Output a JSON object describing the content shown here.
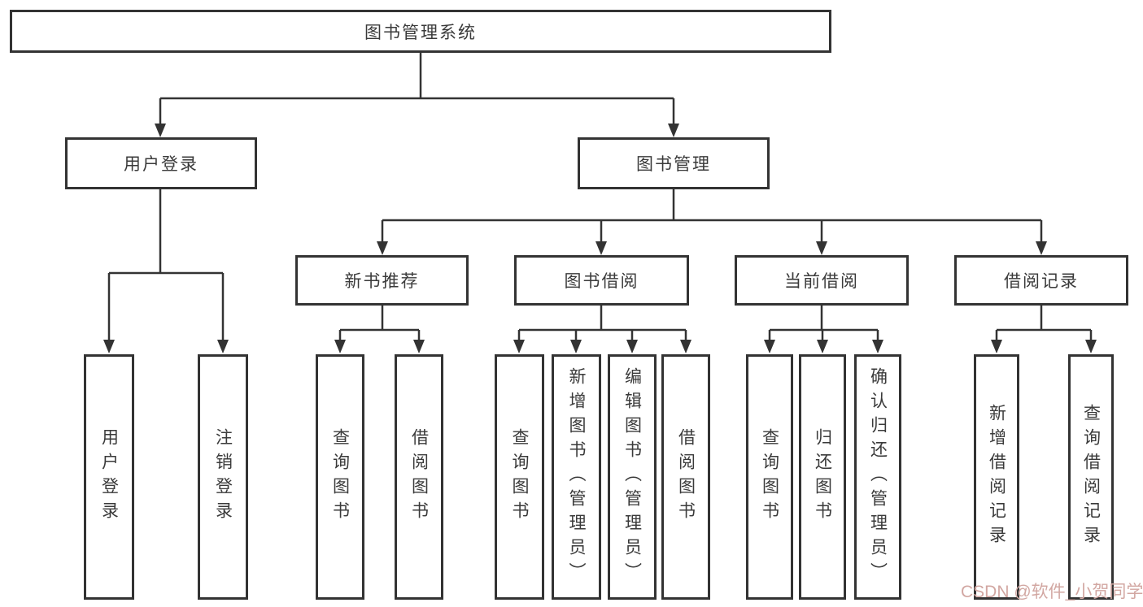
{
  "diagram": {
    "root": "图书管理系统",
    "level2": [
      {
        "label": "用户登录",
        "children": [
          "用户登录",
          "注销登录"
        ]
      },
      {
        "label": "图书管理",
        "children": [
          {
            "label": "新书推荐",
            "children": [
              "查询图书",
              "借阅图书"
            ]
          },
          {
            "label": "图书借阅",
            "children": [
              "查询图书",
              "新增图书（管理员）",
              "编辑图书（管理员）",
              "借阅图书"
            ]
          },
          {
            "label": "当前借阅",
            "children": [
              "查询图书",
              "归还图书",
              "确认归还（管理员）"
            ]
          },
          {
            "label": "借阅记录",
            "children": [
              "新增借阅记录",
              "查询借阅记录"
            ]
          }
        ]
      }
    ],
    "watermark": "CSDN @软件_小贺同学",
    "colors": {
      "line": "#333333",
      "text": "#3a3a3a",
      "background": "#ffffff",
      "watermark": "#d2a7a2"
    }
  }
}
